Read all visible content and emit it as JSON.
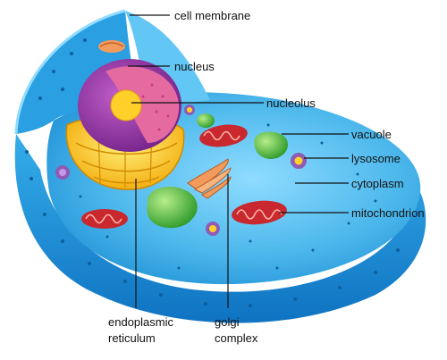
{
  "labels": {
    "cell_membrane": "cell membrane",
    "nucleus": "nucleus",
    "nucleolus": "nucleolus",
    "vacuole": "vacuole",
    "lysosome": "lysosome",
    "cytoplasm": "cytoplasm",
    "mitochondrion": "mitochondrion",
    "er_line1": "endoplasmic",
    "er_line2": "reticulum",
    "golgi_line1": "golgi",
    "golgi_line2": "complex"
  },
  "colors": {
    "cytoplasm": "#4db8ec",
    "membrane": "#1c8fd6",
    "nucleus": "#9b3fa3",
    "nucleus_inner": "#e56aa0",
    "nucleolus": "#ffd02a",
    "er": "#ffc823",
    "vacuole": "#5cc44a",
    "mitochondrion": "#c8282e",
    "golgi": "#f39a5d",
    "lysosome": "#8e5bb5"
  }
}
